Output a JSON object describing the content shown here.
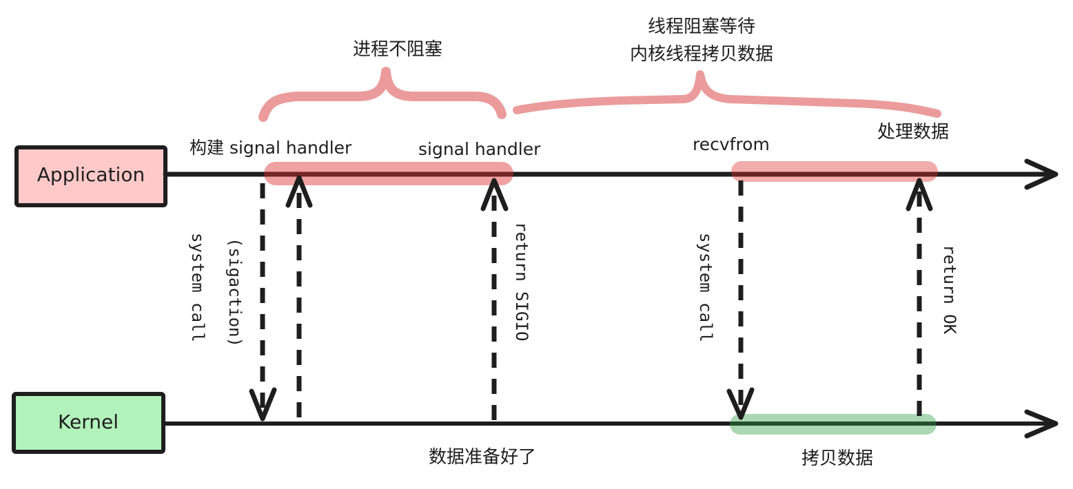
{
  "lanes": {
    "application": {
      "label": "Application",
      "fill": "#ffc9c9"
    },
    "kernel": {
      "label": "Kernel",
      "fill": "#b2f2bb"
    }
  },
  "annotations": {
    "nonblocking": "进程不阻塞",
    "blocking_line1": "线程阻塞等待",
    "blocking_line2": "内核线程拷贝数据",
    "build_handler": "构建 signal handler",
    "signal_handler": "signal handler",
    "recvfrom": "recvfrom",
    "process_data": "处理数据",
    "data_ready": "数据准备好了",
    "copy_data": "拷贝数据"
  },
  "arrows": {
    "syscall_1": "system call",
    "sigaction": "(sigaction)",
    "return_sigio": "return SIGIO",
    "syscall_2": "system call",
    "return_ok": "return OK"
  },
  "colors": {
    "stroke": "#1e1e1e",
    "app_highlight": "#e03131",
    "kernel_highlight": "#2f9e44",
    "brace": "#e88a8a"
  }
}
